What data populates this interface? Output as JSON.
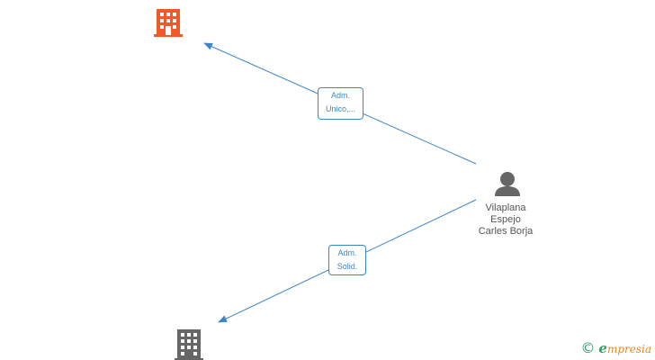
{
  "nodes": {
    "company_top": {
      "icon": "building-icon",
      "color": "#f05a28"
    },
    "company_bottom": {
      "icon": "building-icon",
      "color": "#666666"
    },
    "person": {
      "icon": "person-icon",
      "color": "#666666",
      "name_lines": [
        "Vilaplana",
        "Espejo",
        "Carles Borja"
      ]
    }
  },
  "edges": [
    {
      "from": "person",
      "to": "company_top",
      "label_lines": [
        "Adm.",
        "Unico,..."
      ],
      "color": "#3d85c6"
    },
    {
      "from": "person",
      "to": "company_bottom",
      "label_lines": [
        "Adm.",
        "Solid."
      ],
      "color": "#3d85c6"
    }
  ],
  "watermark": {
    "copyright_symbol": "©",
    "brand_initial": "e",
    "brand_rest": "mpresia"
  }
}
